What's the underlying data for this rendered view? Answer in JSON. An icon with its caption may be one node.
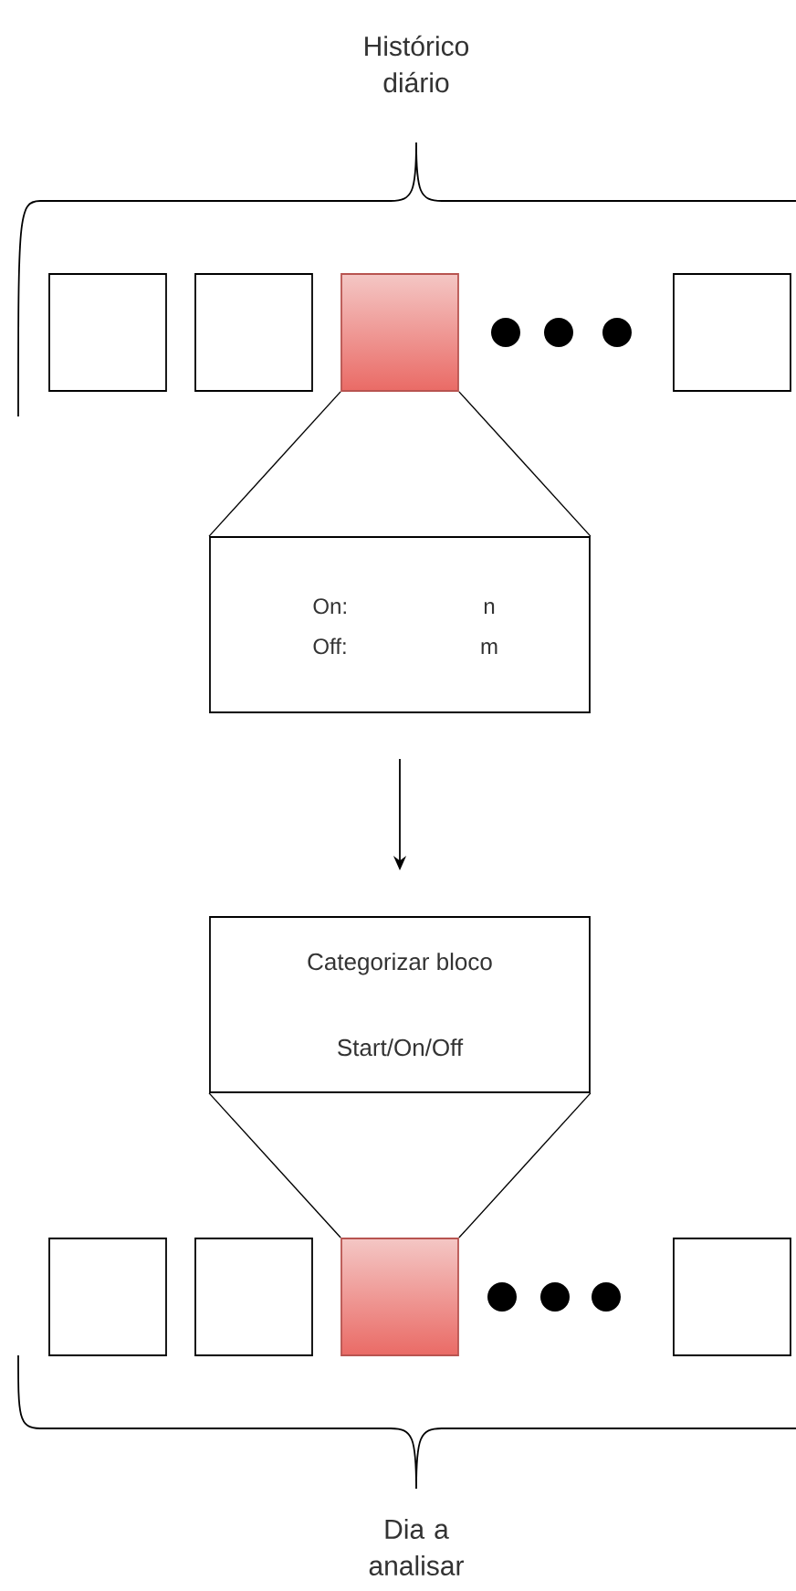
{
  "diagram": {
    "nodes": [
      {
        "text": [],
        "shape": "box"
      },
      {
        "text": [],
        "shape": "box"
      },
      {
        "text": [],
        "shape": "box"
      },
      {
        "text": [],
        "shape": "box"
      },
      {
        "text": [
          "On:",
          "n",
          "Off:",
          "m"
        ]
      },
      {
        "text": [
          "Categorizar bloco",
          "Start/On/Off"
        ]
      },
      {
        "text": [],
        "shape": "box"
      },
      {
        "text": [],
        "shape": "box"
      },
      {
        "text": [],
        "shape": "box"
      },
      {
        "text": [],
        "shape": "box"
      }
    ],
    "edges": [
      {
        "from": 2,
        "to": 4,
        "arrow": "none"
      },
      {
        "from": 2,
        "to": 4,
        "arrow": "none"
      },
      {
        "from": 4,
        "to": 5,
        "arrow": "to"
      },
      {
        "from": 5,
        "to": 8,
        "arrow": "none"
      },
      {
        "from": 5,
        "to": 8,
        "arrow": "none"
      }
    ],
    "labels": [
      "Histórico diário",
      "Dia a analisar"
    ]
  }
}
